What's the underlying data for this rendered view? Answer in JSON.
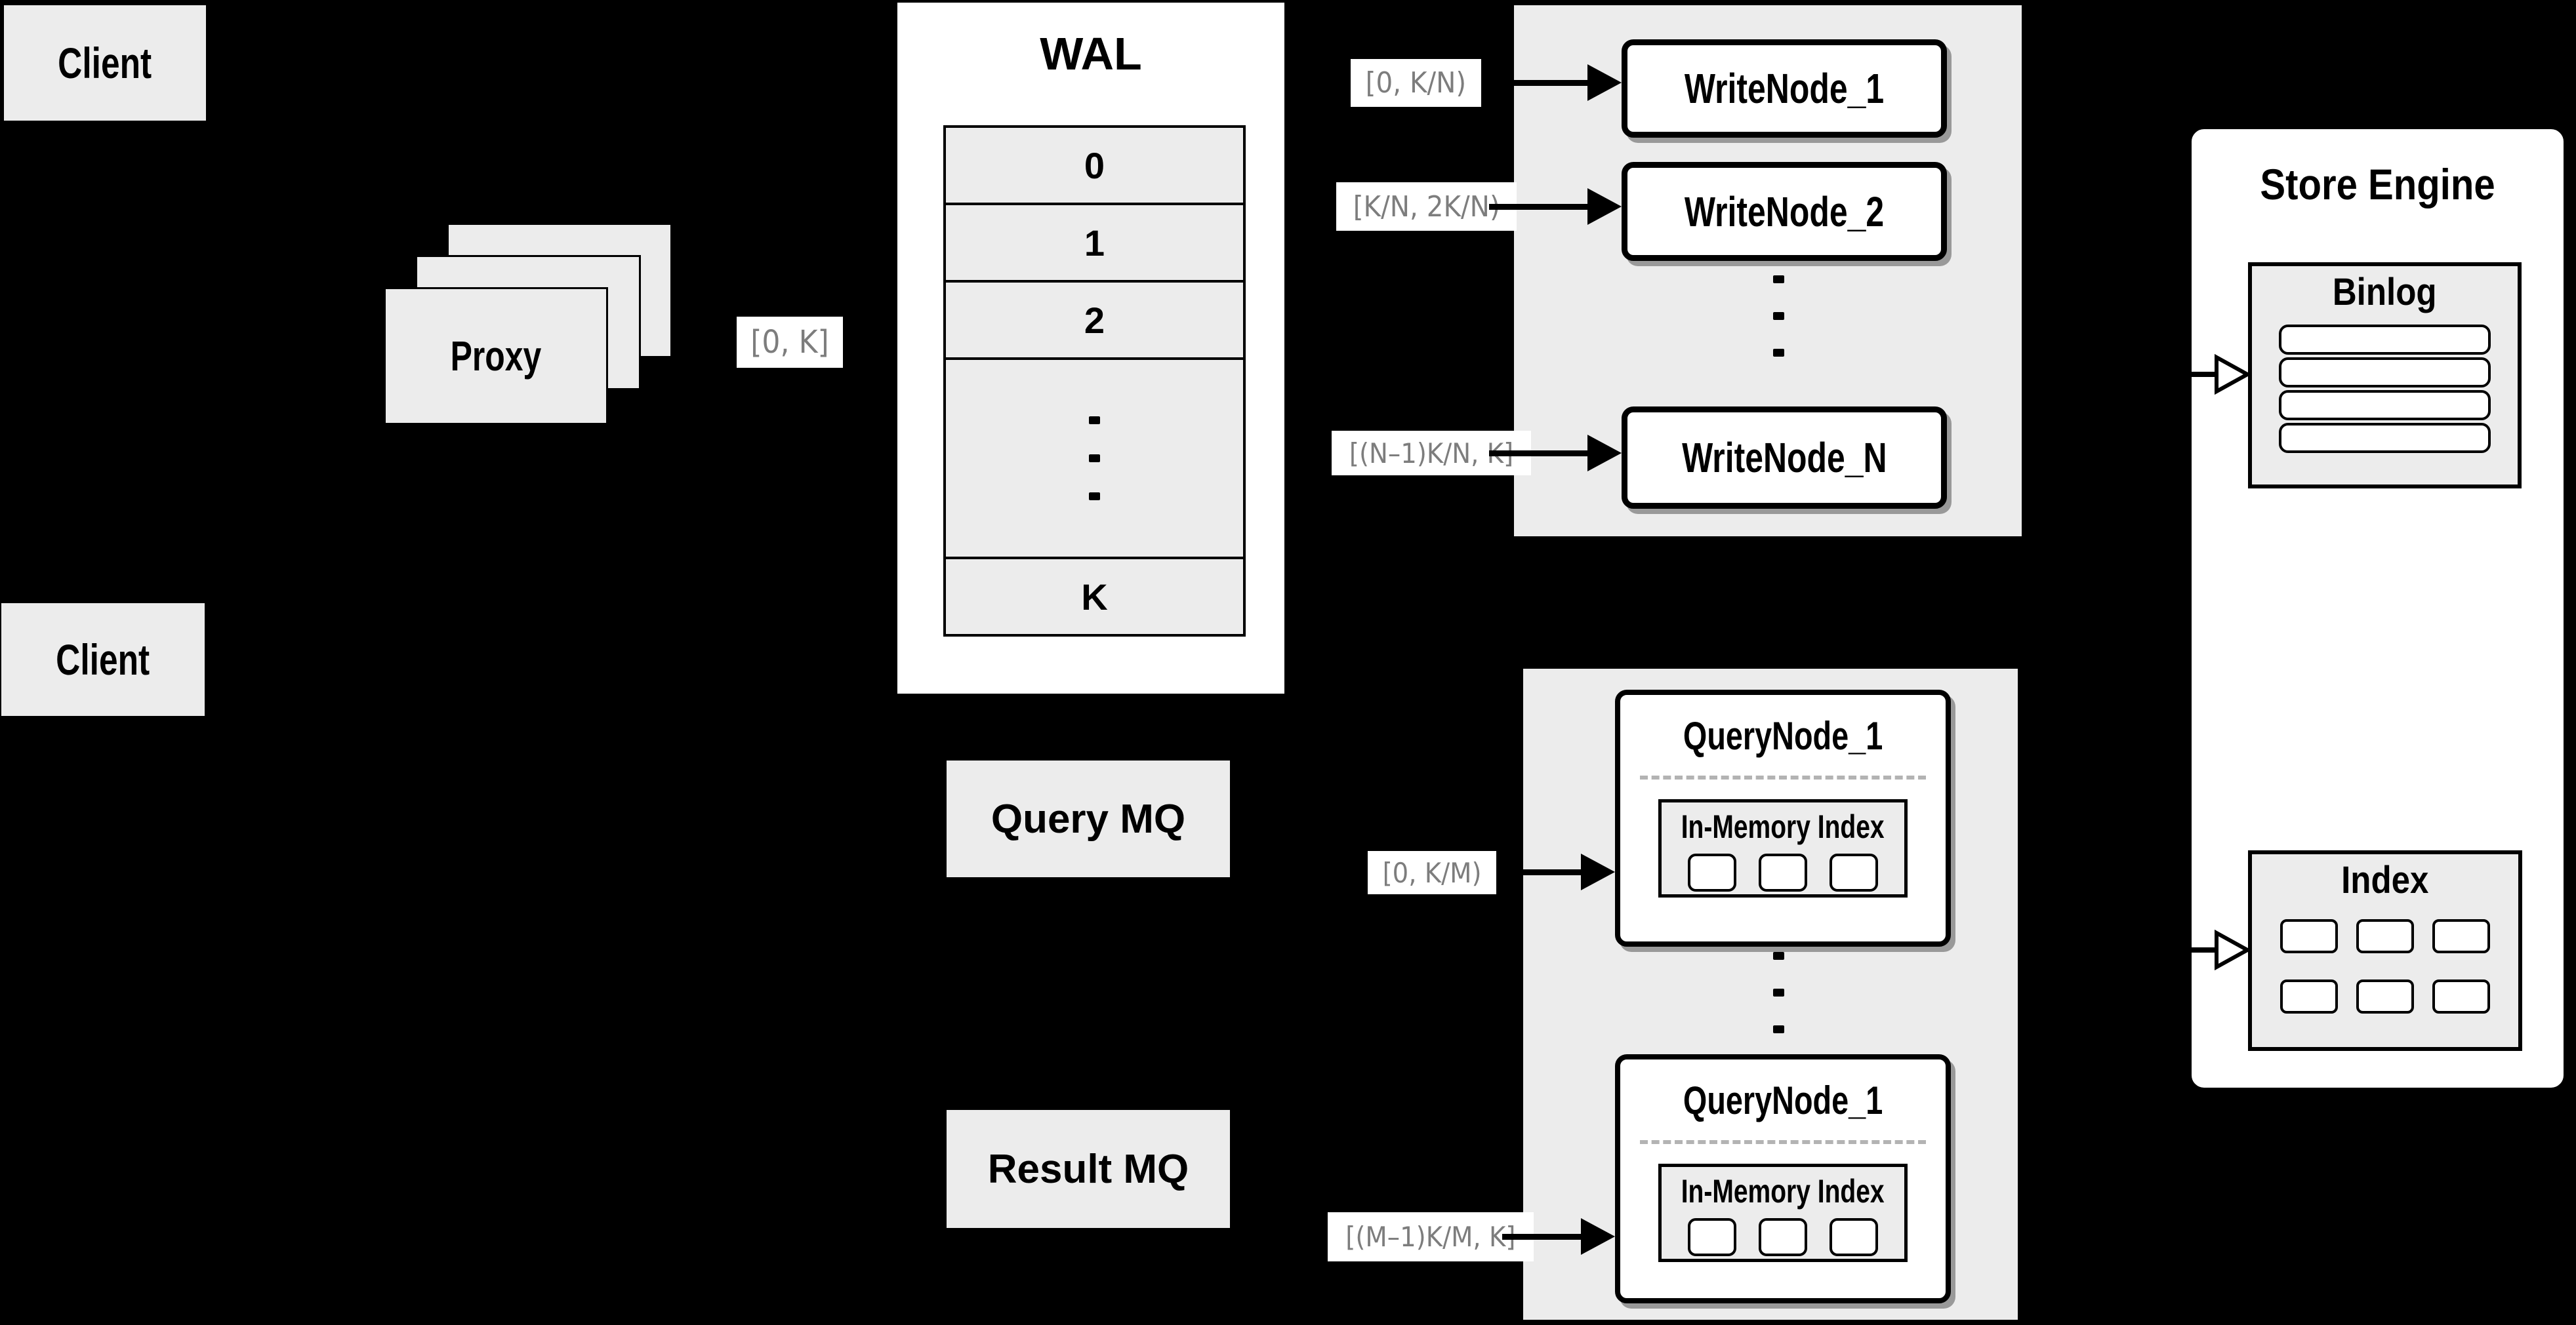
{
  "colors": {
    "background": "#000000",
    "panel_gray": "#ececec",
    "box_white": "#ffffff",
    "border_black": "#000000",
    "range_label_text": "#7d7d7d"
  },
  "clients": {
    "top_label": "Client",
    "bottom_label": "Client"
  },
  "proxy": {
    "label": "Proxy",
    "range_label": "[0, K]"
  },
  "wal": {
    "title": "WAL",
    "rows": [
      "0",
      "1",
      "2",
      "K"
    ]
  },
  "write_cluster": {
    "ranges": [
      "[0,  K/N)",
      "[K/N, 2K/N)",
      "[(N–1)K/N,  K]"
    ],
    "nodes": [
      "WriteNode_1",
      "WriteNode_2",
      "WriteNode_N"
    ]
  },
  "query_mq": {
    "label": "Query MQ"
  },
  "result_mq": {
    "label": "Result MQ"
  },
  "query_cluster": {
    "ranges": [
      "[0, K/M)",
      "[(M–1)K/M, K]"
    ],
    "nodes": [
      {
        "title": "QueryNode_1",
        "index_title": "In-Memory Index"
      },
      {
        "title": "QueryNode_1",
        "index_title": "In-Memory Index"
      }
    ]
  },
  "store_engine": {
    "title": "Store Engine",
    "binlog_title": "Binlog",
    "index_title": "Index"
  }
}
